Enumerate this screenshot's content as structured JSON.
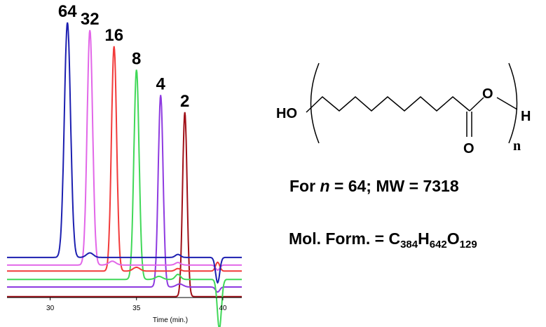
{
  "chart_data": {
    "type": "line",
    "xlabel": "Time (min.)",
    "ylabel": "",
    "xlim": [
      27.5,
      41.1
    ],
    "x_ticks": [
      30,
      35,
      40
    ],
    "tick_labels": [
      "30",
      "35",
      "40"
    ],
    "grid": false,
    "legend": "none",
    "series": [
      {
        "name": "64",
        "color": "#1c1fb0",
        "peak_time": 31.0,
        "baseline": 0.92,
        "peak": 9.3,
        "width": 0.18,
        "dip_time": 39.7,
        "dip_depth": -1.0,
        "bumps": [
          [
            32.3,
            0.18,
            0.2
          ],
          [
            37.4,
            0.12,
            0.15
          ]
        ]
      },
      {
        "name": "32",
        "color": "#e266e8",
        "peak_time": 32.3,
        "baseline": 0.62,
        "peak": 9.3,
        "width": 0.16,
        "dip_time": 39.7,
        "dip_depth": -0.2,
        "bumps": [
          [
            33.6,
            0.15,
            0.2
          ],
          [
            37.4,
            0.1,
            0.15
          ]
        ]
      },
      {
        "name": "16",
        "color": "#f23a3a",
        "peak_time": 33.7,
        "baseline": 0.38,
        "peak": 8.9,
        "width": 0.15,
        "dip_time": 39.7,
        "dip_depth": 0.35,
        "bumps": [
          [
            35.0,
            0.15,
            0.2
          ],
          [
            37.4,
            0.1,
            0.15
          ]
        ]
      },
      {
        "name": "8",
        "color": "#40d858",
        "peak_time": 35.0,
        "baseline": 0.05,
        "peak": 8.3,
        "width": 0.15,
        "dip_time": 39.8,
        "dip_depth": -1.95,
        "bumps": [
          [
            36.3,
            0.12,
            0.2
          ],
          [
            37.4,
            0.2,
            0.15
          ]
        ]
      },
      {
        "name": "4",
        "color": "#8e3ae0",
        "peak_time": 36.4,
        "baseline": -0.25,
        "peak": 7.6,
        "width": 0.14,
        "dip_time": 39.7,
        "dip_depth": -0.2,
        "bumps": [
          [
            37.5,
            0.12,
            0.2
          ]
        ]
      },
      {
        "name": "2",
        "color": "#a01018",
        "peak_time": 37.8,
        "baseline": -0.63,
        "peak": 7.3,
        "width": 0.13,
        "dip_time": 39.7,
        "dip_depth": 0.0,
        "bumps": []
      }
    ]
  },
  "structure": {
    "left_group": "HO",
    "oxygen": "O",
    "carbonyl_oxygen": "O",
    "end_group": "H",
    "repeat_subscript": "n"
  },
  "info": {
    "mw_prefix": "For ",
    "mw_var": "n",
    "mw_suffix": " = 64; MW = 7318",
    "formula_prefix": "Mol. Form. = C",
    "formula_c": "384",
    "formula_h_letter": "H",
    "formula_h": "642",
    "formula_o_letter": "O",
    "formula_o": "129"
  }
}
